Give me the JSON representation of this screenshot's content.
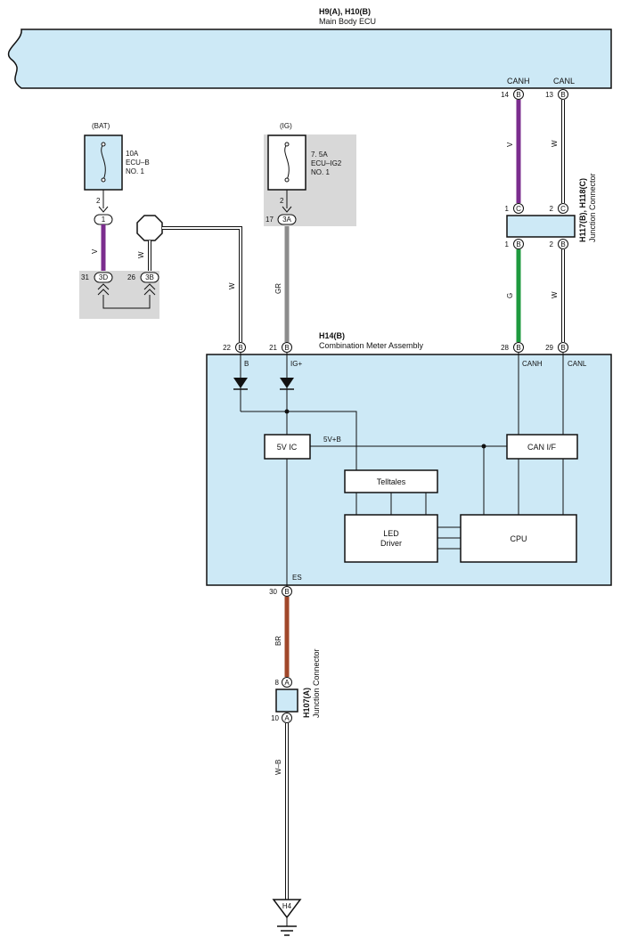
{
  "ecu_main": {
    "codes": "H9(A), H10(B)",
    "name": "Main Body ECU"
  },
  "signals": {
    "canh": "CANH",
    "canl": "CANL",
    "b": "B",
    "igp": "IG+",
    "es": "ES",
    "five_v_b": "5V+B"
  },
  "pins": {
    "p14": "14",
    "p13": "13",
    "p2a": "2",
    "p2b": "2",
    "p17": "17",
    "p31": "31",
    "p26": "26",
    "p1c": "1",
    "p2c": "2",
    "p1d": "1",
    "p2d": "2",
    "p22": "22",
    "p21": "21",
    "p28": "28",
    "p29": "29",
    "p30": "30",
    "p8": "8",
    "p10": "10"
  },
  "connector_letters": {
    "B": "B",
    "C": "C",
    "A": "A",
    "c1": "1",
    "c3d": "3D",
    "c3b": "3B",
    "c3a": "3A"
  },
  "fuse_bat": {
    "label": "(BAT)",
    "line1": "10A",
    "line2": "ECU–B",
    "line3": "NO. 1"
  },
  "fuse_ig": {
    "label": "(IG)",
    "line1": "7. 5A",
    "line2": "ECU–IG2",
    "line3": "NO. 1"
  },
  "wires": {
    "v1": "V",
    "w1": "W",
    "v2": "V",
    "w2": "W",
    "w3": "W",
    "gr": "GR",
    "g": "G",
    "w4": "W",
    "br": "BR",
    "wb": "W–B"
  },
  "wire_colors": {
    "violet": "#7b2d8e",
    "green": "#1e9a3e",
    "gray": "#8c8c8c",
    "brown": "#a0472a",
    "box_fill": "#cde9f6",
    "shade": "#d8d8d8"
  },
  "junction1": {
    "codes": "H117(B), H118(C)",
    "name": "Junction Connector"
  },
  "junction2": {
    "code": "H107(A)",
    "name": "Junction Connector"
  },
  "meter": {
    "code": "H14(B)",
    "name": "Combination Meter Assembly",
    "ic": "5V IC",
    "can_if": "CAN I/F",
    "telltales": "Telltales",
    "led1": "LED",
    "led2": "Driver",
    "cpu": "CPU"
  },
  "ground": {
    "label": "H4"
  }
}
